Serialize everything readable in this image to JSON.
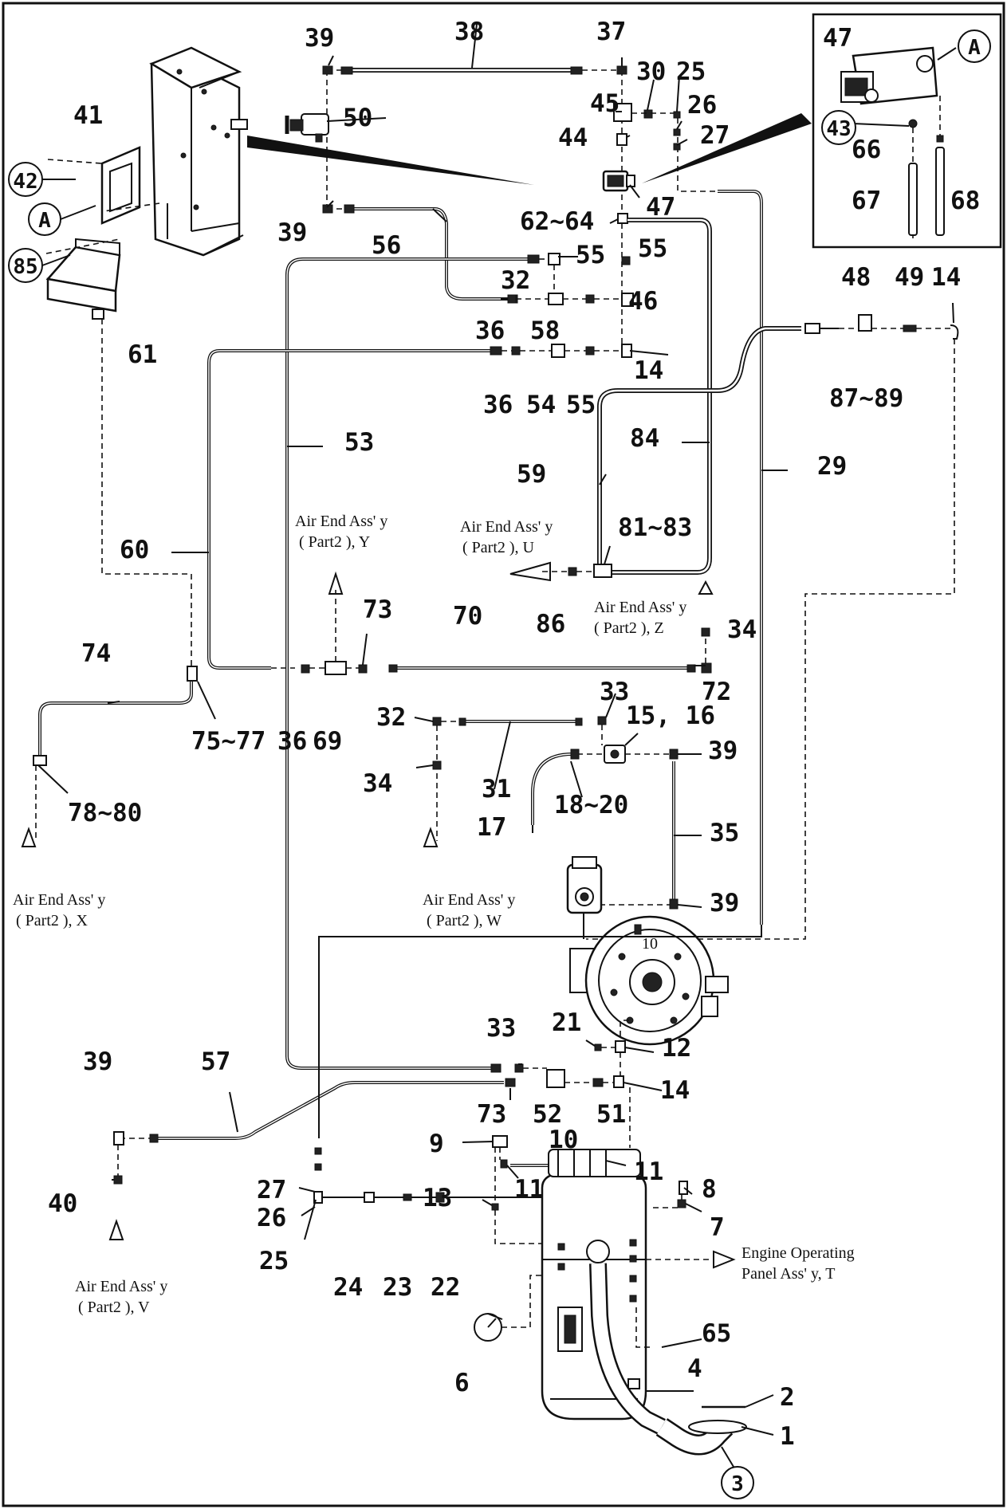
{
  "callouts": {
    "c39a": "39",
    "c38": "38",
    "c37": "37",
    "c30": "30",
    "c25a": "25",
    "c45": "45",
    "c26a": "26",
    "c44": "44",
    "c27a": "27",
    "c47a": "47",
    "cA_inset": "A",
    "c43": "43",
    "c66": "66",
    "c67": "67",
    "c68": "68",
    "c47b": "47",
    "c41": "41",
    "c50": "50",
    "c42": "42",
    "cA_left": "A",
    "c39b": "39",
    "c56": "56",
    "c62_64": "62~64",
    "c85": "85",
    "c55a": "55",
    "c55b": "55",
    "c32a": "32",
    "c46": "46",
    "c48": "48",
    "c49": "49",
    "c14a": "14",
    "c61": "61",
    "c36a": "36",
    "c58": "58",
    "c14b": "14",
    "c87_89": "87~89",
    "c36b": "36",
    "c54": "54",
    "c55c": "55",
    "c53": "53",
    "c84": "84",
    "c29": "29",
    "c59": "59",
    "c81_83": "81~83",
    "c60": "60",
    "c86": "86",
    "c73a": "73",
    "c70": "70",
    "c34a": "34",
    "c74": "74",
    "c72": "72",
    "c75_77": "75~77",
    "c36c": "36",
    "c69": "69",
    "c33a": "33",
    "c32b": "32",
    "c15_16": "15, 16",
    "c39c": "39",
    "c34b": "34",
    "c31": "31",
    "c78_80": "78~80",
    "c17": "17",
    "c18_20": "18~20",
    "c35": "35",
    "c39d": "39",
    "c21": "21",
    "c33b": "33",
    "c12": "12",
    "c39e": "39",
    "c57": "57",
    "c14c": "14",
    "c73b": "73",
    "c52": "52",
    "c51": "51",
    "c9": "9",
    "c10": "10",
    "c11a": "11",
    "c27b": "27",
    "c8": "8",
    "c13": "13",
    "c11b": "11",
    "c26b": "26",
    "c40": "40",
    "c7": "7",
    "c25b": "25",
    "c24": "24",
    "c23": "23",
    "c22": "22",
    "c65": "65",
    "c4": "4",
    "c6": "6",
    "c2": "2",
    "c1": "1",
    "c3": "3"
  },
  "captions": {
    "y_1": "Air End Ass' y",
    "y_2": "( Part2 ), Y",
    "u_1": "Air End Ass' y",
    "u_2": "( Part2 ), U",
    "z_1": "Air End Ass' y",
    "z_2": "( Part2 ), Z",
    "x_1": "Air End Ass' y",
    "x_2": "( Part2 ), X",
    "w_1": "Air End Ass' y",
    "w_2": "( Part2 ), W",
    "v_1": "Air End Ass' y",
    "v_2": "( Part2 ), V",
    "t_1": "Engine Operating",
    "t_2": "Panel Ass' y, T"
  },
  "gauge_face": {
    "mark": "10"
  }
}
